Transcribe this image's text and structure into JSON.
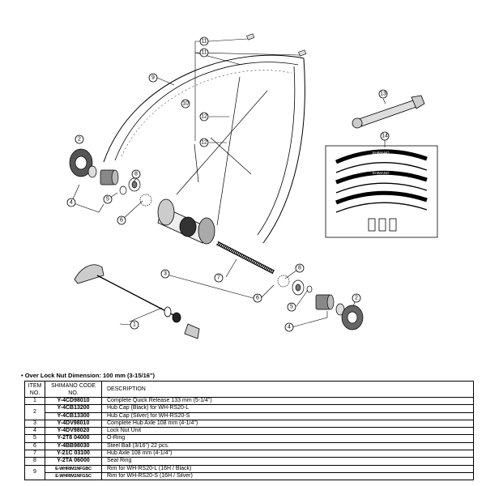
{
  "callouts": {
    "n1": "1",
    "n2": "2",
    "n3": "3",
    "n4": "4",
    "n5": "5",
    "n6": "6",
    "n7": "7",
    "n8": "8",
    "n9": "9",
    "n10": "10",
    "n11": "11",
    "n12": "12",
    "n13": "13",
    "n14": "14"
  },
  "rim_sticker": {
    "label_top": "SHIMANO",
    "label_mid": "SHIMANO"
  },
  "spec": {
    "text": "• Over Lock Nut Dimension: 100 mm (3-15/16\")"
  },
  "table": {
    "headers": {
      "item": "ITEM NO.",
      "code": "SHIMANO CODE NO.",
      "description": "DESCRIPTION"
    },
    "rows": [
      {
        "item": "1",
        "code": "Y-4CD98010",
        "description": "Complete Quick Release 133 mm (5-1/4\")"
      },
      {
        "item": "2",
        "code": "Y-4CB13200",
        "description": "Hub Cap (Black) for WH-RS20-L"
      },
      {
        "item": "",
        "code": "Y-4CB13300",
        "description": "Hub Cap (Silver) for WH-RS20-S"
      },
      {
        "item": "3",
        "code": "Y-4DV98010",
        "description": "Complete Hub Axle 108 mm (4-1/4\")"
      },
      {
        "item": "4",
        "code": "Y-4DV98020",
        "description": "Lock Nut Unit"
      },
      {
        "item": "5",
        "code": "Y-2T8 04000",
        "description": "O-Ring"
      },
      {
        "item": "6",
        "code": "Y-4BB98030",
        "description": "Steel Ball (3/16\") 22 pcs."
      },
      {
        "item": "7",
        "code": "Y-21C 03100",
        "description": "Hub Axle 108 mm (4-1/4\")"
      },
      {
        "item": "8",
        "code": "Y-2TA 06000",
        "description": "Seal Ring"
      },
      {
        "item": "9",
        "code": "E-WHRIM1NFGBC",
        "description": "Rim for WH-RS20-L (16H / Black)"
      },
      {
        "item": "",
        "code": "E-WHRIM1NFGSC",
        "description": "Rim for WH-RS20-S (16H / Silver)"
      }
    ]
  }
}
